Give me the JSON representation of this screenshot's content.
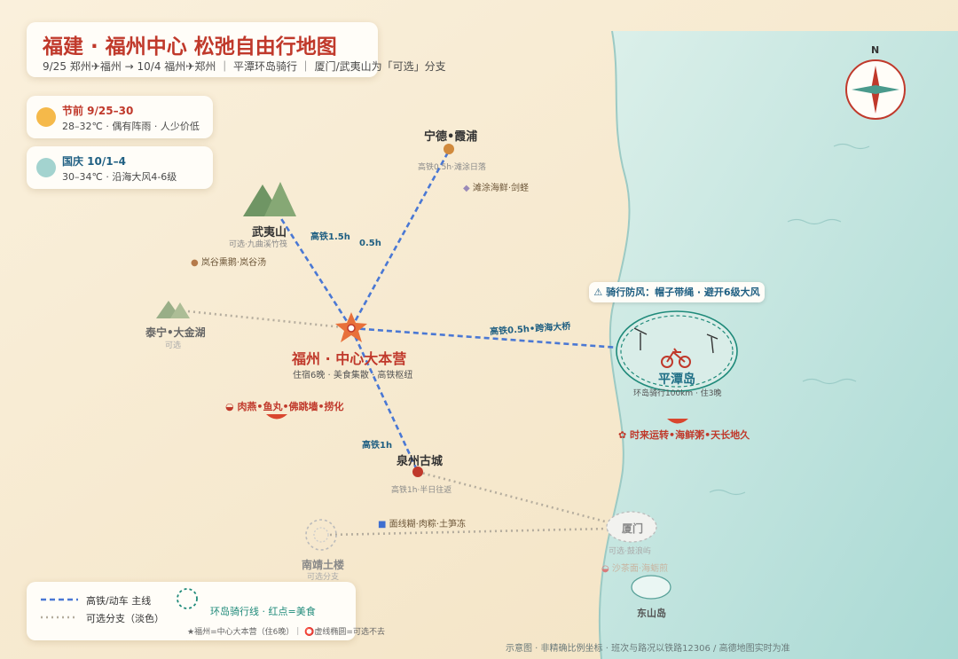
{
  "header": {
    "title": "福建 · 福州中心 松弛自由行地图",
    "subtitle": "9/25 郑州✈福州 → 10/4 福州✈郑州 ｜ 平潭环岛骑行 ｜ 厦门/武夷山为「可选」分支"
  },
  "weather": [
    {
      "title": "节前 9/25–30",
      "desc": "28–32℃ · 偶有阵雨 · 人少价低",
      "icon": "sun-icon",
      "title_color": "#c0392b",
      "icon_color": "#f5b94a"
    },
    {
      "title": "国庆 10/1–4",
      "desc": "30–34℃ · 沿海大风4-6级",
      "icon": "wind-icon",
      "title_color": "#1f5f82",
      "icon_color": "#a3d3cf"
    }
  ],
  "compass": {
    "label": "N"
  },
  "places": {
    "fuzhou": {
      "name": "福州 · 中心大本营",
      "note": "住宿6晚 · 美食集散 · 高铁枢纽",
      "food": "肉燕•鱼丸•佛跳墙•捞化"
    },
    "ningde": {
      "name": "宁德•霞浦",
      "note": "高铁0.5h·滩涂日落",
      "food": "滩涂海鲜·剑蛏"
    },
    "wuyi": {
      "name": "武夷山",
      "note": "可选·九曲溪竹筏",
      "food": "岚谷熏鹅·岚谷汤"
    },
    "taining": {
      "name": "泰宁•大金湖",
      "note": "可选"
    },
    "pingtan": {
      "name": "平潭岛",
      "note": "环岛骑行100km · 住3晚",
      "food": "时来运转•海鲜粥•天长地久"
    },
    "quanzhou": {
      "name": "泉州古城",
      "note": "高铁1h·半日往返",
      "food": "面线糊·肉粽·土笋冻"
    },
    "xiamen": {
      "name": "厦门",
      "note": "可选·鼓浪屿",
      "food": "沙茶面·海蛎煎"
    },
    "nanjing": {
      "name": "南靖土楼",
      "note": "可选分支"
    },
    "dongshan": {
      "name": "东山岛"
    }
  },
  "routes": {
    "wuyi": "高铁1.5h",
    "ningde": "0.5h",
    "pingtan": "高铁0.5h•跨海大桥",
    "quanzhou": "高铁1h"
  },
  "warning": "⚠ 骑行防风：帽子带绳 · 避开6级大风",
  "legend": {
    "main_line": "高铁/动车 主线",
    "optional": "可选分支（淡色）",
    "cycling": "环岛骑行线 · 红点=美食",
    "note": "★福州=中心大本营（住6晚）｜ ⭕虚线椭圆=可选不去"
  },
  "footer": "示意图 · 非精确比例坐标 · 班次与路况以铁路12306 / 高德地图实时为准",
  "colors": {
    "accent": "#c0392b",
    "route": "#4a78d4",
    "teal": "#1f5f82",
    "sea": "#c8e8e4",
    "land": "#f7ecd5"
  }
}
